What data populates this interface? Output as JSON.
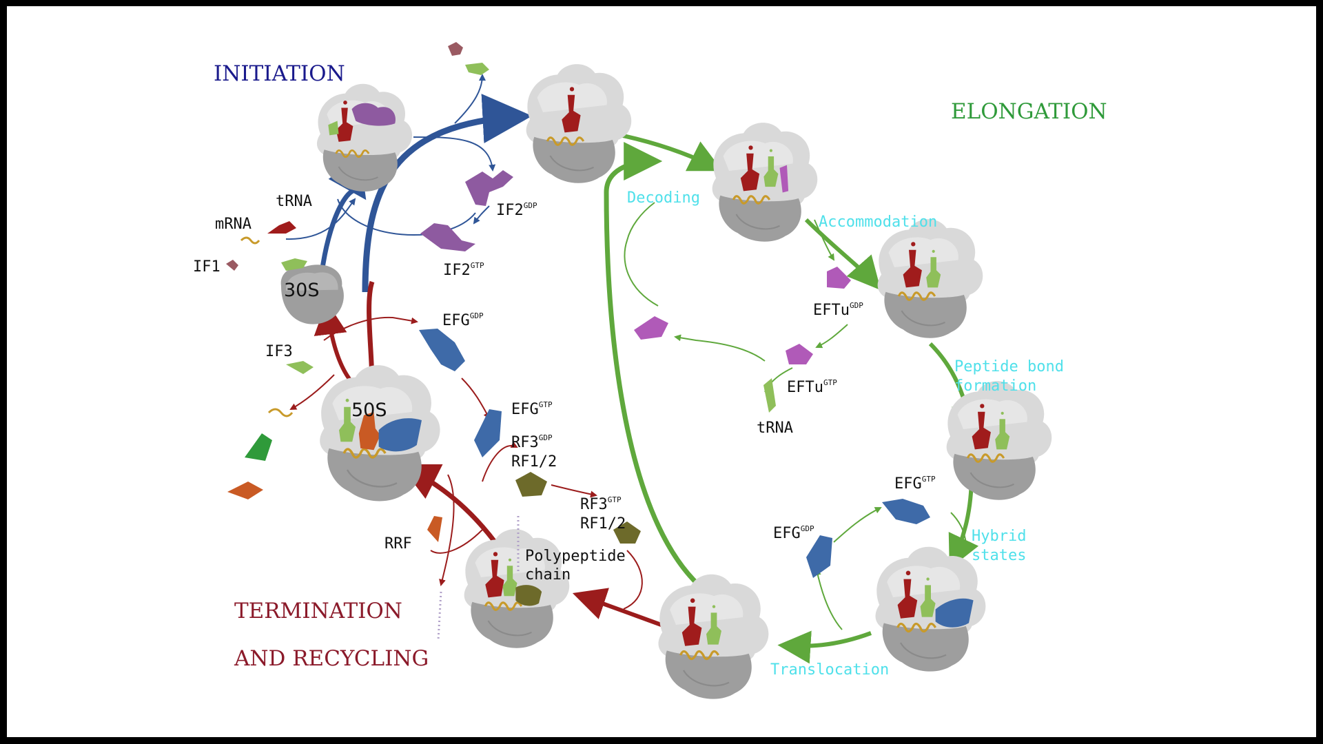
{
  "stages": {
    "initiation": "INITIATION",
    "elongation": "ELONGATION",
    "termination_1": "TERMINATION",
    "termination_2": "AND RECYCLING"
  },
  "steps": {
    "decoding": "Decoding",
    "accommodation": "Accommodation",
    "peptide_1": "Peptide bond",
    "peptide_2": "formation",
    "hybrid_1": "Hybrid",
    "hybrid_2": "states",
    "translocation": "Translocation"
  },
  "subunits": {
    "small": "30S",
    "large": "50S"
  },
  "factors": {
    "trna_init": "tRNA",
    "mrna": "mRNA",
    "if1": "IF1",
    "if2": "IF2",
    "if2_gdp_sup": "GDP",
    "if2_gtp_sup": "GTP",
    "if3": "IF3",
    "efg": "EFG",
    "gdp": "GDP",
    "gtp": "GTP",
    "rf3": "RF3",
    "rf12": "RF1/2",
    "rrf": "RRF",
    "polypeptide_1": "Polypeptide",
    "polypeptide_2": "chain",
    "eftu": "EFTu",
    "trna_elong": "tRNA"
  },
  "colors": {
    "initiation": "#1a1a8c",
    "elongation": "#2f9a3a",
    "termination": "#8b1a2a",
    "step_label": "#4fe0ea",
    "arrow_blue": "#2f5597",
    "arrow_green": "#5fa83c",
    "arrow_red": "#9b1c1c",
    "ribosome_light": "#d9d9d9",
    "ribosome_dark": "#9e9e9e",
    "trna_red": "#a01c1c",
    "trna_green": "#8fbf5a",
    "if2_purple": "#8e5aa0",
    "eftu_magenta": "#b05ab8",
    "efg_blue": "#3e6aa8",
    "rf_olive": "#6d6a2a",
    "rrf_orange": "#c95a24",
    "mrna_gold": "#c89a2a",
    "if1_mauve": "#9a5a62"
  }
}
